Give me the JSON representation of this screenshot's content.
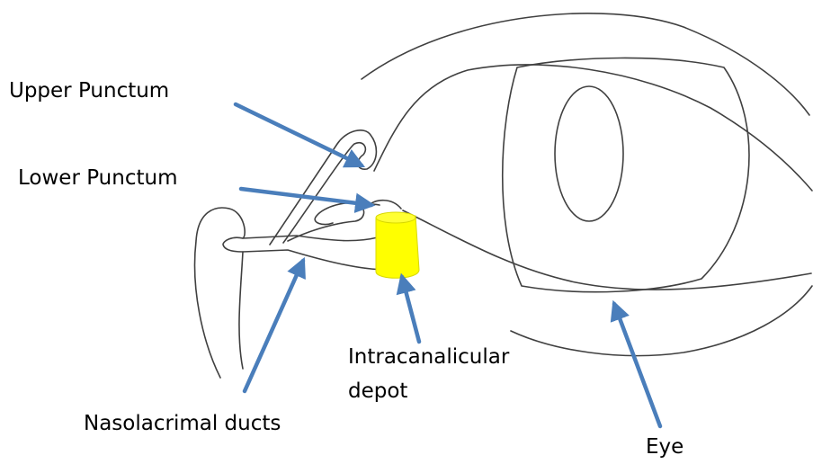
{
  "labels": {
    "upper_punctum": "Upper Punctum",
    "lower_punctum": "Lower Punctum",
    "depot_line1": "Intracanalicular",
    "depot_line2": "depot",
    "nasolacrimal": "Nasolacrimal ducts",
    "eye": "Eye"
  },
  "colors": {
    "arrow": "#4a7ebb",
    "outline": "#404040",
    "depot_fill": "#ffff00",
    "depot_edge": "#d8d800"
  }
}
